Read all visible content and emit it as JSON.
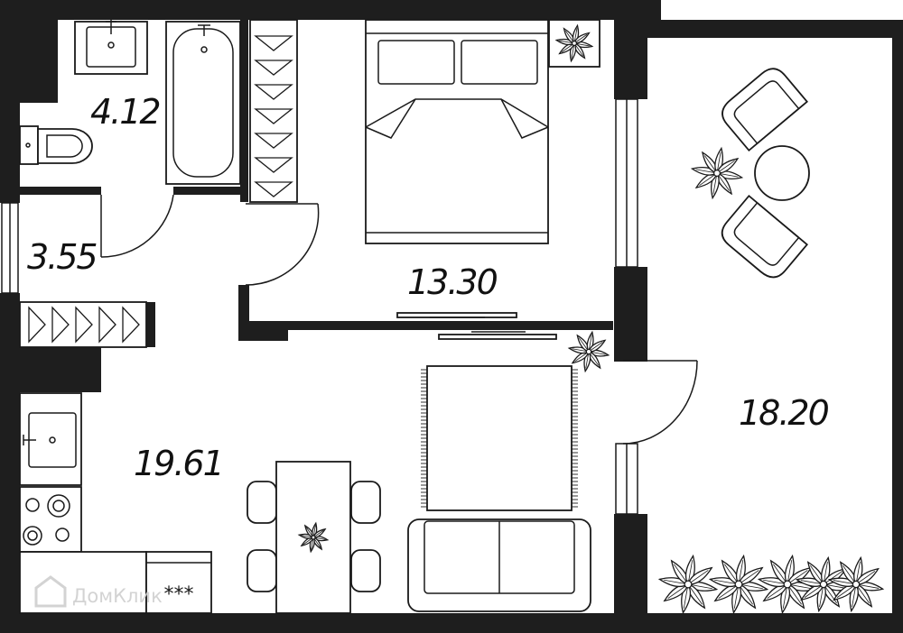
{
  "plan": {
    "wall_color": "#1e1e1e",
    "line_color": "#1a1a1a",
    "background": "#ffffff"
  },
  "rooms": {
    "bathroom": {
      "area": "4.12"
    },
    "hall": {
      "area": "3.55"
    },
    "bedroom": {
      "area": "13.30"
    },
    "living_kitchen": {
      "area": "19.61"
    },
    "loggia": {
      "area": "18.20"
    }
  },
  "stove": {
    "label": "***"
  },
  "watermark": {
    "text": "ДомКлик"
  },
  "icons": {
    "bathtub": "bathtub-icon",
    "sink": "sink-icon",
    "toilet": "toilet-icon",
    "bed": "bed-icon",
    "sofa": "sofa-icon",
    "table": "dining-table-icon",
    "plant": "plant-icon",
    "armchair": "armchair-icon",
    "tv": "tv-icon",
    "hob": "hob-icon",
    "wardrobe": "wardrobe-icon"
  }
}
